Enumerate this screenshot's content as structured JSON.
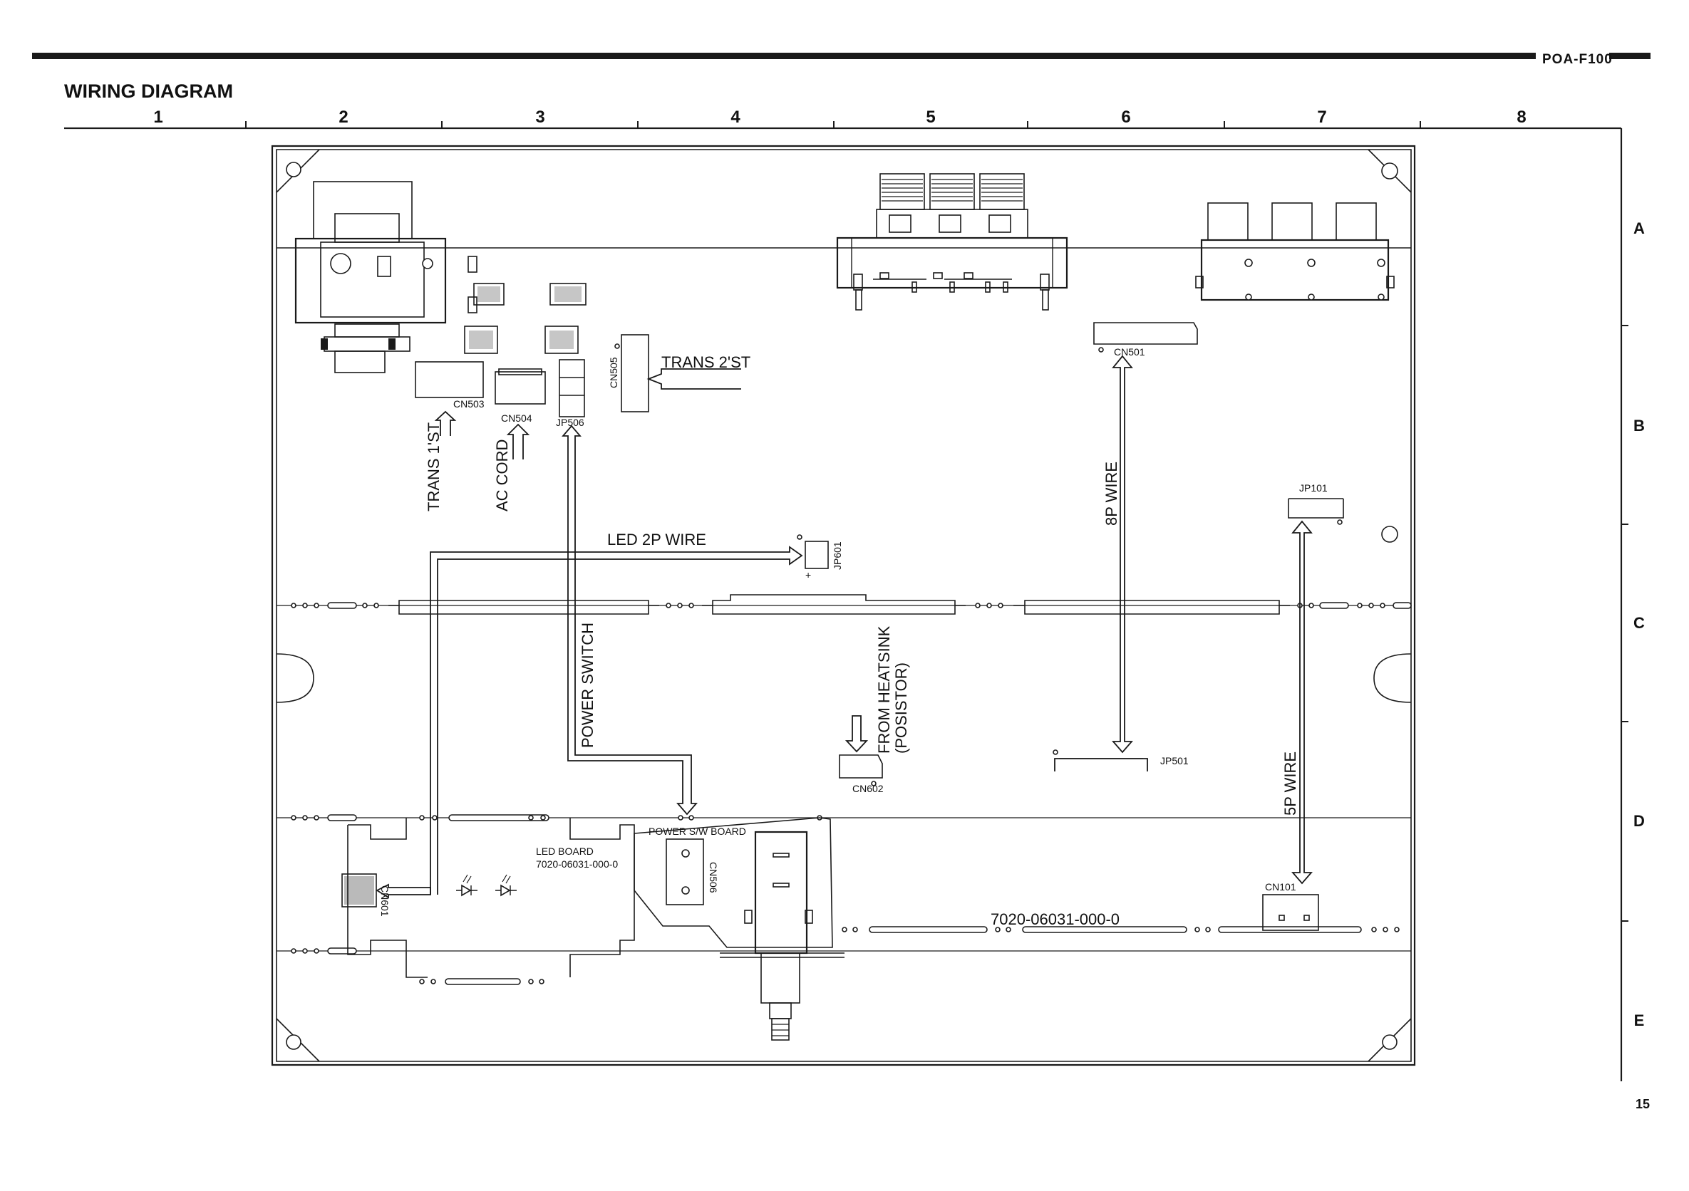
{
  "header": {
    "model": "POA-F100",
    "title": "WIRING DIAGRAM",
    "page_number": "15"
  },
  "grid": {
    "columns": [
      "1",
      "2",
      "3",
      "4",
      "5",
      "6",
      "7",
      "8"
    ],
    "rows": [
      "A",
      "B",
      "C",
      "D",
      "E"
    ]
  },
  "labels": {
    "trans_2st": "TRANS 2'ST",
    "trans_1st": "TRANS 1'ST",
    "ac_cord": "AC CORD",
    "led_2p_wire": "LED 2P WIRE",
    "power_switch": "POWER SWITCH",
    "from_heatsink": "FROM HEATSINK",
    "posistor": "(POSISTOR)",
    "wire_8p": "8P WIRE",
    "wire_5p": "5P WIRE",
    "power_sw_board": "POWER S/W BOARD",
    "led_board": "LED BOARD",
    "led_board_code": "7020-06031-000-0",
    "main_board_code": "7020-06031-000-0",
    "led_minus": "-",
    "led_plus": "+"
  },
  "connectors": {
    "cn503": "CN503",
    "cn504": "CN504",
    "jp506": "JP506",
    "cn505": "CN505",
    "cn501": "CN501",
    "jp101": "JP101",
    "jp601": "JP601",
    "cn602": "CN602",
    "jp501": "JP501",
    "cn101": "CN101",
    "cn506": "CN506",
    "cn601": "CN601"
  }
}
